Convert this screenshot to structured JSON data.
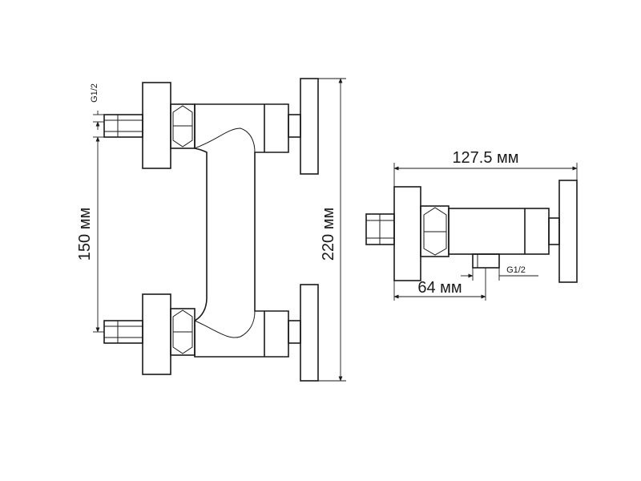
{
  "dimensions": {
    "height_total": "220 мм",
    "inlet_spacing": "150 мм",
    "inlet_thread": "G1/2",
    "depth_total": "127.5 мм",
    "outlet_offset": "64 мм",
    "outlet_thread": "G1/2"
  },
  "colors": {
    "line": "#1a1a1a",
    "background": "#ffffff"
  }
}
